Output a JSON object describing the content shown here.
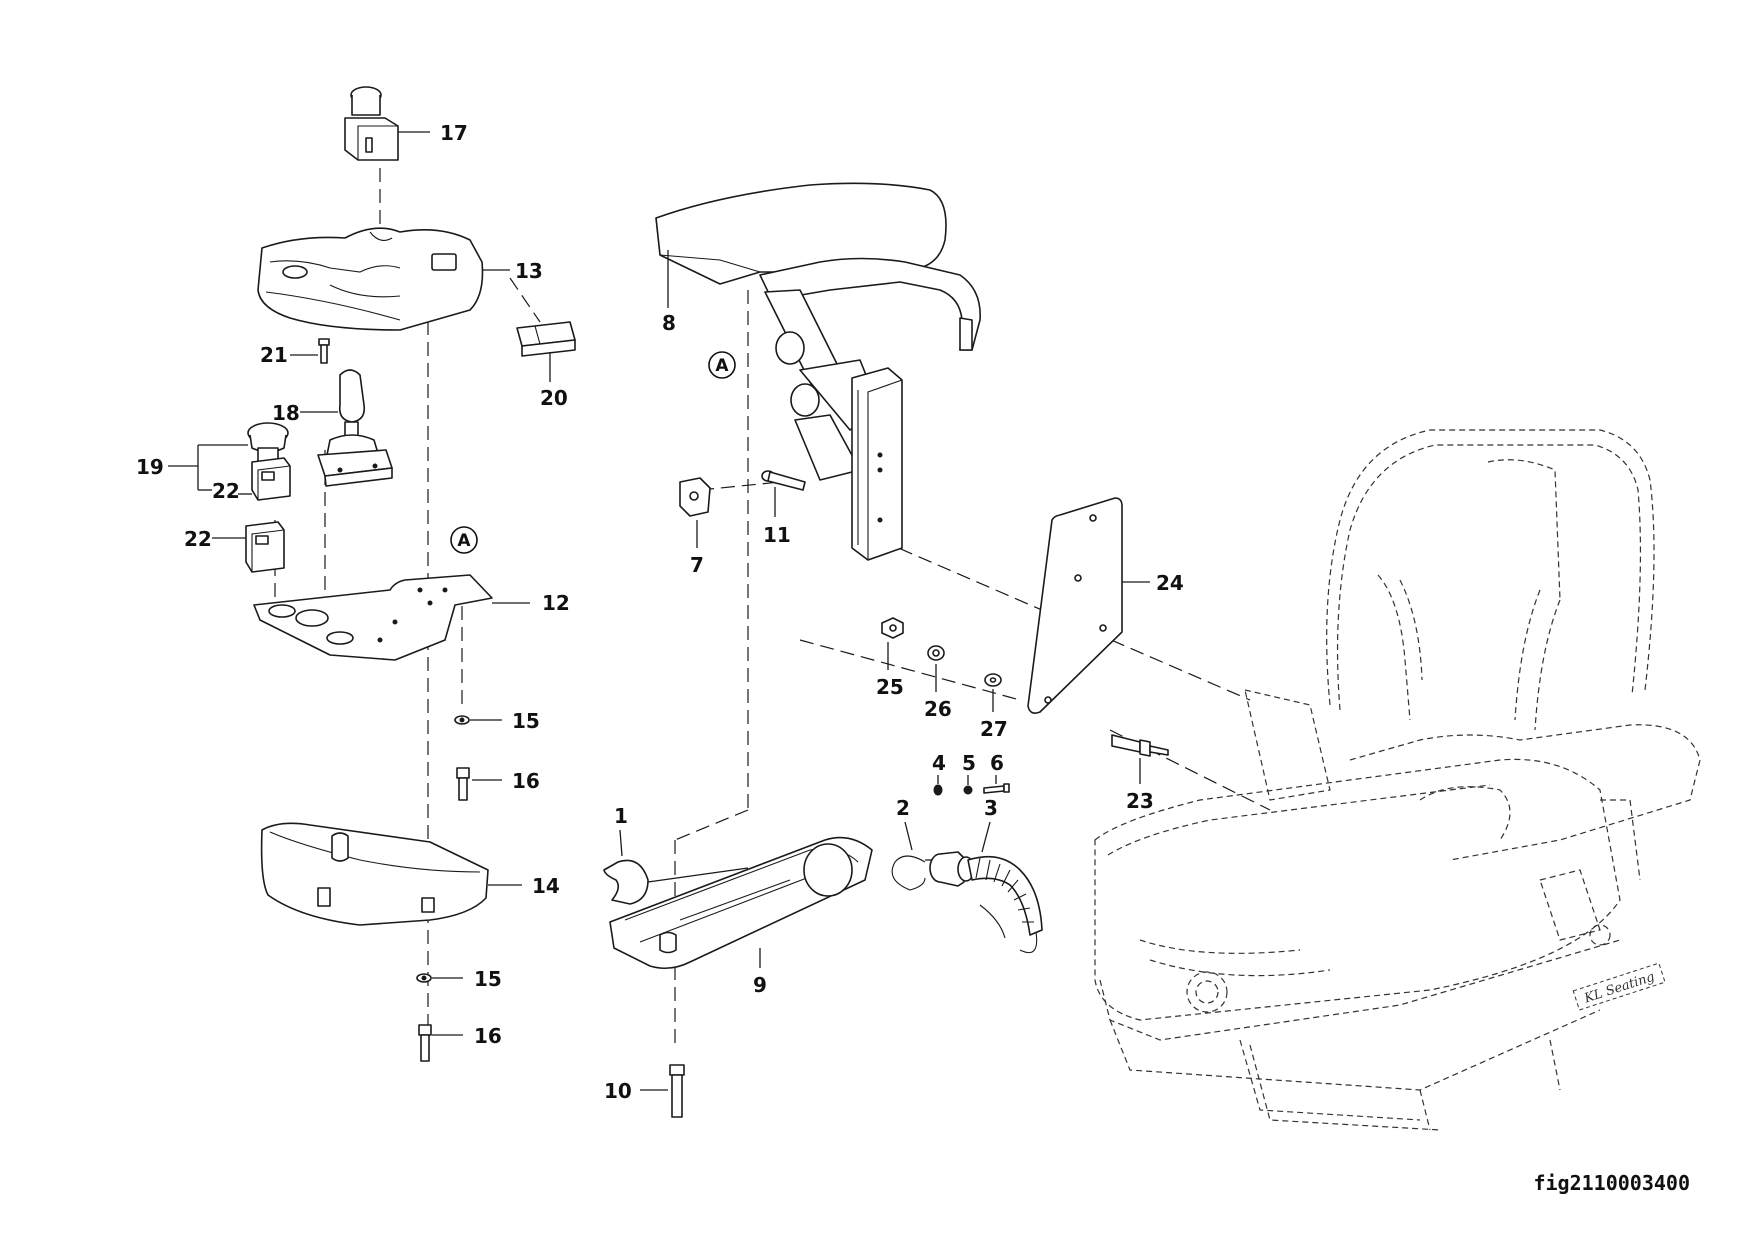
{
  "figure_id": "fig2110003400",
  "reference_marker": "A",
  "callouts": [
    "17",
    "13",
    "20",
    "21",
    "18",
    "19",
    "22",
    "22",
    "12",
    "15",
    "16",
    "14",
    "15",
    "16",
    "8",
    "7",
    "11",
    "24",
    "25",
    "26",
    "27",
    "23",
    "4",
    "5",
    "6",
    "1",
    "2",
    "3",
    "9",
    "10"
  ],
  "seat_brand_mark": "KL Seating"
}
